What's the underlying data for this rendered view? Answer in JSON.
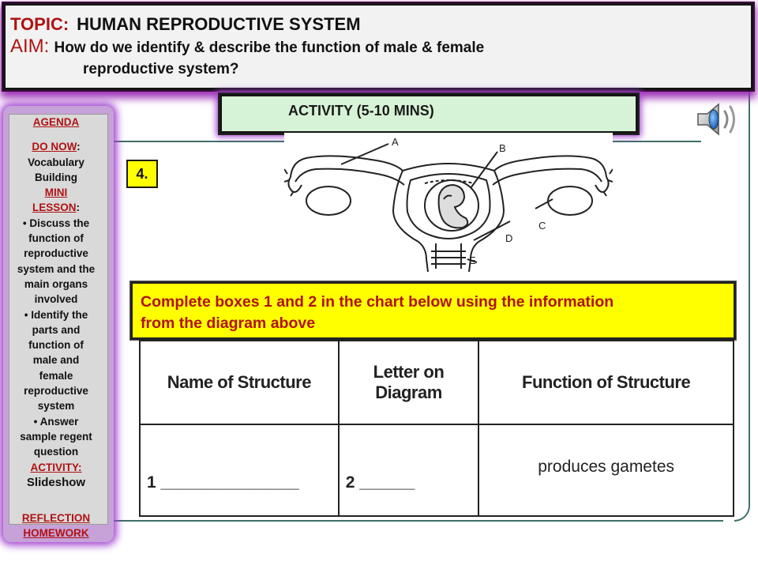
{
  "title": {
    "topic_key": "TOPIC:",
    "topic_text": "HUMAN REPRODUCTIVE SYSTEM",
    "aim_key": "AIM:",
    "aim_text_1": "How do we identify & describe the function of male & female",
    "aim_text_2": "reproductive system?"
  },
  "agenda": {
    "heading": "AGENDA",
    "do_now_key": "DO NOW",
    "do_now_text_1": "Vocabulary",
    "do_now_text_2": "Building",
    "mini_key_1": "MINI",
    "mini_key_2": "LESSON",
    "bullet_1": [
      "• Discuss the",
      "function of",
      "reproductive",
      "system and the",
      "main organs",
      "involved"
    ],
    "bullet_2": [
      "• Identify the",
      "parts and",
      "function of",
      "male and",
      "female",
      "reproductive",
      "system"
    ],
    "bullet_3": [
      "• Answer",
      "sample regent",
      "question"
    ],
    "activity_key": "ACTIVITY:",
    "activity_text": "Slideshow",
    "reflection": "REFLECTION",
    "homework": "HOMEWORK"
  },
  "activity_banner": "ACTIVITY (5-10 MINS)",
  "question_number": "4.",
  "diagram_labels": [
    "A",
    "B",
    "C",
    "D",
    "E"
  ],
  "instruction": {
    "line_1": "Complete boxes 1 and 2 in the chart below using the information",
    "line_2": "from the diagram above"
  },
  "chart": {
    "headers": [
      "Name of Structure",
      "Letter on Diagram",
      "Function of Structure"
    ],
    "row": {
      "name": "1  _______________",
      "letter": "2  ______",
      "function": "produces gametes"
    }
  },
  "icons": {
    "speaker": "speaker-icon"
  },
  "colors": {
    "accent_red": "#b01212",
    "highlight": "#ffff00",
    "glow": "#a23fcf",
    "banner": "#d7f3d7"
  }
}
